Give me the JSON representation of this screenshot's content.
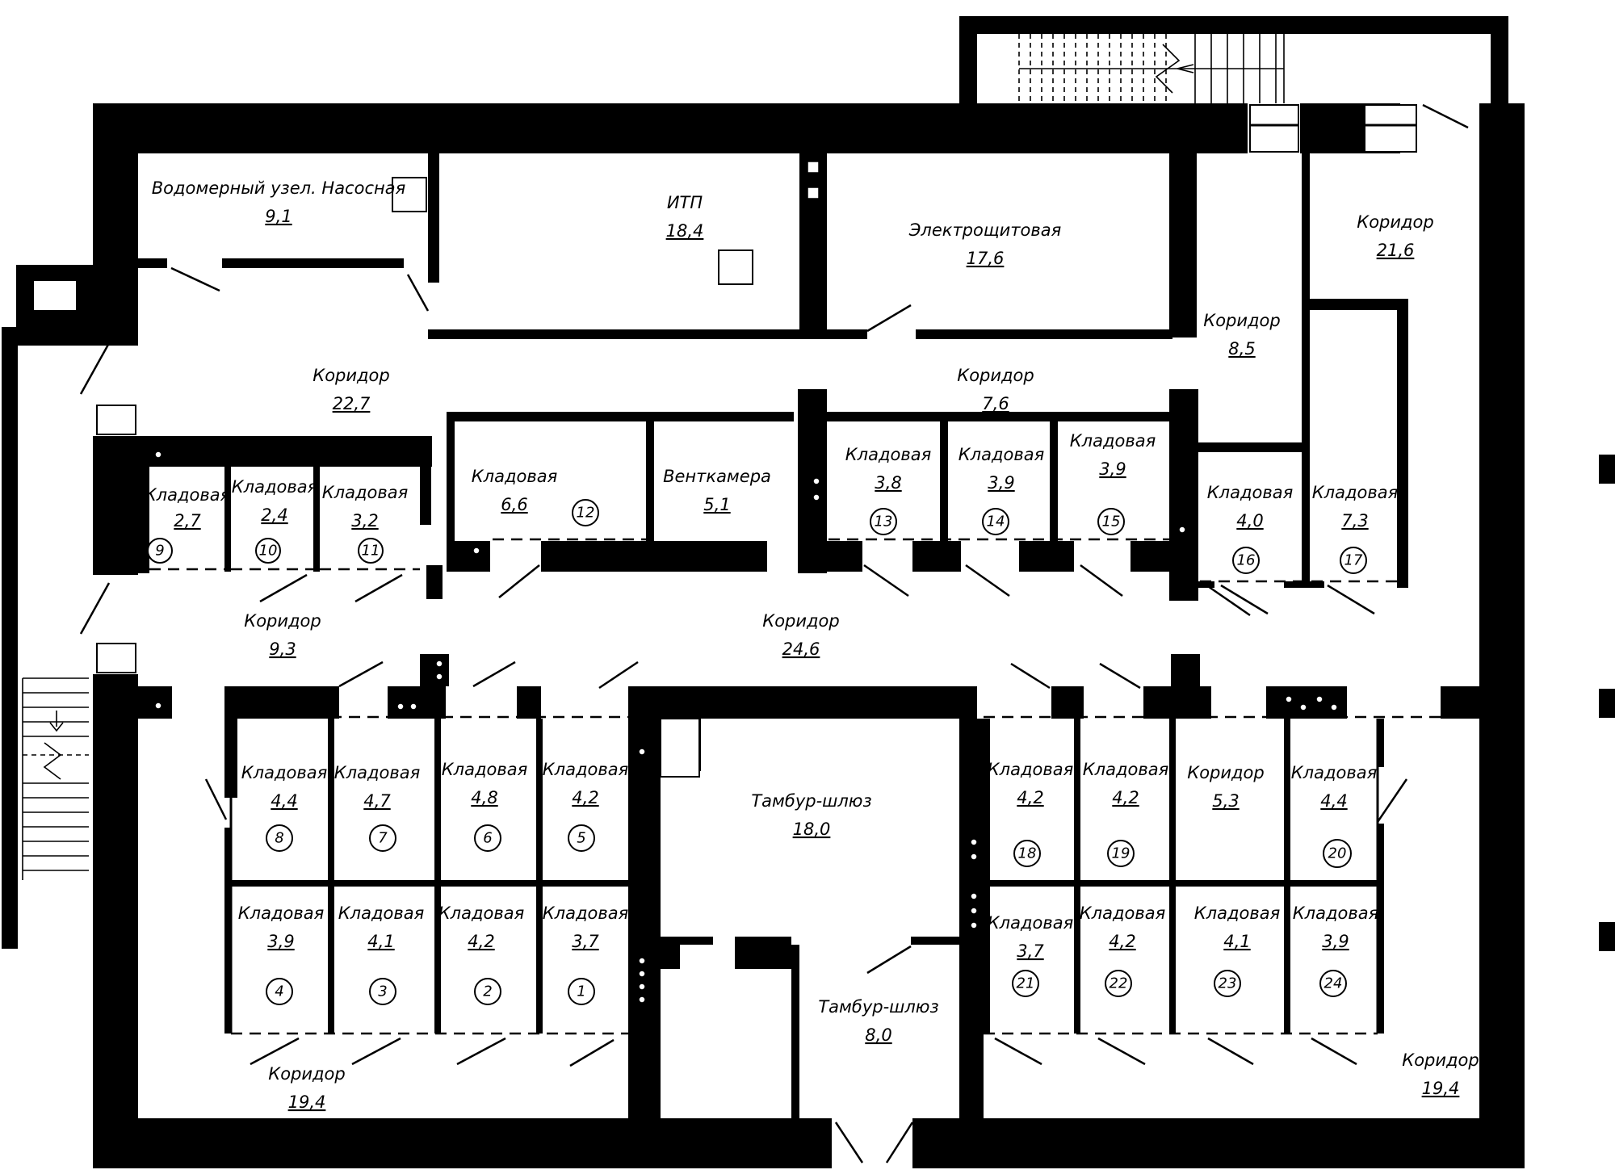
{
  "rooms": [
    {
      "id": "vodomer",
      "name": "Водомерный узел.  Насосная",
      "area": "9,1"
    },
    {
      "id": "itp",
      "name": "ИТП",
      "area": "18,4"
    },
    {
      "id": "electro",
      "name": "Электрощитовая",
      "area": "17,6"
    },
    {
      "id": "corr-21-6",
      "name": "Коридор",
      "area": "21,6"
    },
    {
      "id": "corr-8-5",
      "name": "Коридор",
      "area": "8,5"
    },
    {
      "id": "corr-22-7",
      "name": "Коридор",
      "area": "22,7"
    },
    {
      "id": "corr-7-6",
      "name": "Коридор",
      "area": "7,6"
    },
    {
      "id": "k9",
      "name": "Кладовая",
      "area": "2,7",
      "num": "9"
    },
    {
      "id": "k10",
      "name": "Кладовая",
      "area": "2,4",
      "num": "10"
    },
    {
      "id": "k11",
      "name": "Кладовая",
      "area": "3,2",
      "num": "11"
    },
    {
      "id": "k12",
      "name": "Кладовая",
      "area": "6,6",
      "num": "12"
    },
    {
      "id": "vent",
      "name": "Венткамера",
      "area": "5,1"
    },
    {
      "id": "k13",
      "name": "Кладовая",
      "area": "3,8",
      "num": "13"
    },
    {
      "id": "k14",
      "name": "Кладовая",
      "area": "3,9",
      "num": "14"
    },
    {
      "id": "k15",
      "name": "Кладовая",
      "area": "3,9",
      "num": "15"
    },
    {
      "id": "k16",
      "name": "Кладовая",
      "area": "4,0",
      "num": "16"
    },
    {
      "id": "k17",
      "name": "Кладовая",
      "area": "7,3",
      "num": "17"
    },
    {
      "id": "corr-9-3",
      "name": "Коридор",
      "area": "9,3"
    },
    {
      "id": "corr-24-6",
      "name": "Коридор",
      "area": "24,6"
    },
    {
      "id": "k8",
      "name": "Кладовая",
      "area": "4,4",
      "num": "8"
    },
    {
      "id": "k7",
      "name": "Кладовая",
      "area": "4,7",
      "num": "7"
    },
    {
      "id": "k6",
      "name": "Кладовая",
      "area": "4,8",
      "num": "6"
    },
    {
      "id": "k5",
      "name": "Кладовая",
      "area": "4,2",
      "num": "5"
    },
    {
      "id": "tambur-18",
      "name": "Тамбур-шлюз",
      "area": "18,0"
    },
    {
      "id": "k18",
      "name": "Кладовая",
      "area": "4,2",
      "num": "18"
    },
    {
      "id": "k19",
      "name": "Кладовая",
      "area": "4,2",
      "num": "19"
    },
    {
      "id": "corr-5-3",
      "name": "Коридор",
      "area": "5,3"
    },
    {
      "id": "k20",
      "name": "Кладовая",
      "area": "4,4",
      "num": "20"
    },
    {
      "id": "k4",
      "name": "Кладовая",
      "area": "3,9",
      "num": "4"
    },
    {
      "id": "k3",
      "name": "Кладовая",
      "area": "4,1",
      "num": "3"
    },
    {
      "id": "k2",
      "name": "Кладовая",
      "area": "4,2",
      "num": "2"
    },
    {
      "id": "k1",
      "name": "Кладовая",
      "area": "3,7",
      "num": "1"
    },
    {
      "id": "tambur-8",
      "name": "Тамбур-шлюз",
      "area": "8,0"
    },
    {
      "id": "k21",
      "name": "Кладовая",
      "area": "3,7",
      "num": "21"
    },
    {
      "id": "k22",
      "name": "Кладовая",
      "area": "4,2",
      "num": "22"
    },
    {
      "id": "k23",
      "name": "Кладовая",
      "area": "4,1",
      "num": "23"
    },
    {
      "id": "k24",
      "name": "Кладовая",
      "area": "3,9",
      "num": "24"
    },
    {
      "id": "corr-19-4-left",
      "name": "Коридор",
      "area": "19,4"
    },
    {
      "id": "corr-19-4-right",
      "name": "Коридор",
      "area": "19,4"
    }
  ]
}
